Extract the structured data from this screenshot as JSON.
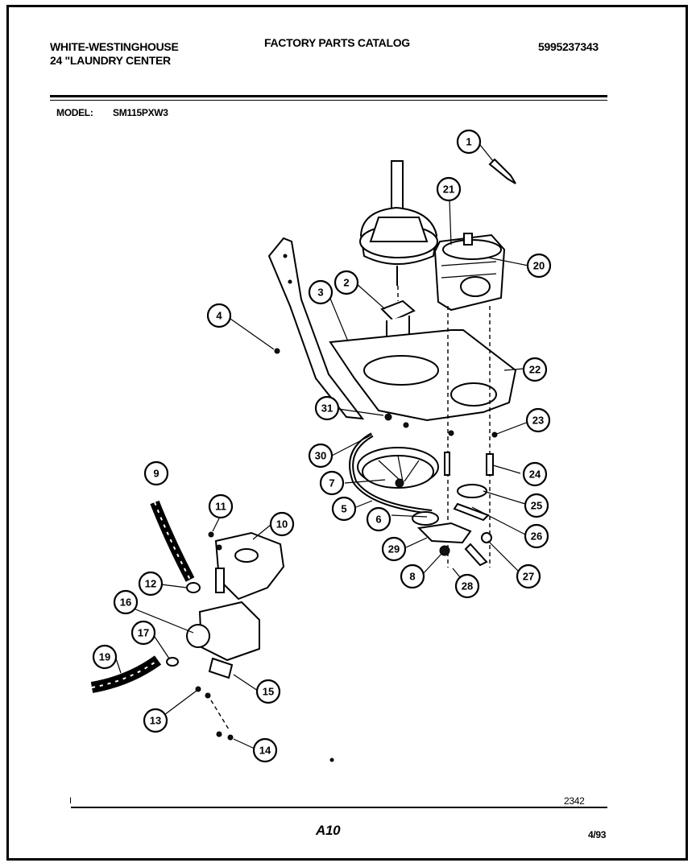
{
  "header": {
    "brand": "WHITE-WESTINGHOUSE",
    "product": "24 \"LAUNDRY CENTER",
    "catalog": "FACTORY PARTS CATALOG",
    "part_number": "5995237343",
    "model_label": "MODEL:",
    "model_value": "SM115PXW3"
  },
  "footer": {
    "drawing_number": "2342",
    "page_code": "A10",
    "date": "4/93",
    "left_mark": "I"
  },
  "callouts": [
    {
      "id": "c1",
      "label": "1"
    },
    {
      "id": "c2",
      "label": "2"
    },
    {
      "id": "c3",
      "label": "3"
    },
    {
      "id": "c4",
      "label": "4"
    },
    {
      "id": "c5",
      "label": "5"
    },
    {
      "id": "c6",
      "label": "6"
    },
    {
      "id": "c7",
      "label": "7"
    },
    {
      "id": "c8",
      "label": "8"
    },
    {
      "id": "c9",
      "label": "9"
    },
    {
      "id": "c10",
      "label": "10"
    },
    {
      "id": "c11",
      "label": "11"
    },
    {
      "id": "c12",
      "label": "12"
    },
    {
      "id": "c13",
      "label": "13"
    },
    {
      "id": "c14",
      "label": "14"
    },
    {
      "id": "c15",
      "label": "15"
    },
    {
      "id": "c16",
      "label": "16"
    },
    {
      "id": "c17",
      "label": "17"
    },
    {
      "id": "c19",
      "label": "19"
    },
    {
      "id": "c20",
      "label": "20"
    },
    {
      "id": "c21",
      "label": "21"
    },
    {
      "id": "c22",
      "label": "22"
    },
    {
      "id": "c23",
      "label": "23"
    },
    {
      "id": "c24",
      "label": "24"
    },
    {
      "id": "c25",
      "label": "25"
    },
    {
      "id": "c26",
      "label": "26"
    },
    {
      "id": "c27",
      "label": "27"
    },
    {
      "id": "c28",
      "label": "28"
    },
    {
      "id": "c29",
      "label": "29"
    },
    {
      "id": "c30",
      "label": "30"
    },
    {
      "id": "c31",
      "label": "31"
    }
  ]
}
